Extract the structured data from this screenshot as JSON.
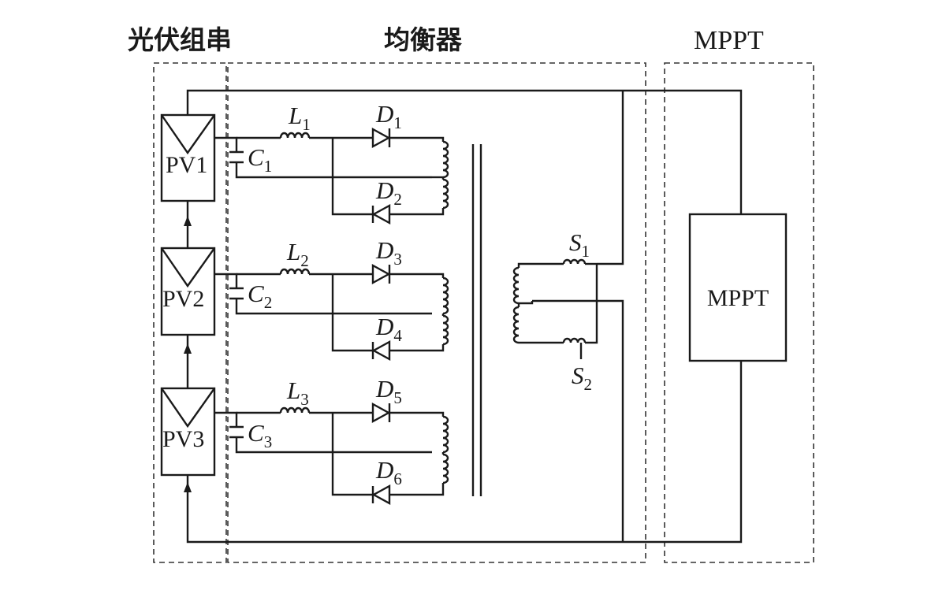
{
  "sections": {
    "pv_string": "光伏组串",
    "equalizer": "均衡器",
    "mppt_section": "MPPT"
  },
  "pv_modules": [
    "PV1",
    "PV2",
    "PV3"
  ],
  "capacitors": [
    {
      "sym": "C",
      "sub": "1"
    },
    {
      "sym": "C",
      "sub": "2"
    },
    {
      "sym": "C",
      "sub": "3"
    }
  ],
  "inductors": [
    {
      "sym": "L",
      "sub": "1"
    },
    {
      "sym": "L",
      "sub": "2"
    },
    {
      "sym": "L",
      "sub": "3"
    }
  ],
  "diodes": [
    {
      "sym": "D",
      "sub": "1"
    },
    {
      "sym": "D",
      "sub": "2"
    },
    {
      "sym": "D",
      "sub": "3"
    },
    {
      "sym": "D",
      "sub": "4"
    },
    {
      "sym": "D",
      "sub": "5"
    },
    {
      "sym": "D",
      "sub": "6"
    }
  ],
  "switches": [
    {
      "sym": "S",
      "sub": "1"
    },
    {
      "sym": "S",
      "sub": "2"
    }
  ],
  "mppt_box": "MPPT"
}
